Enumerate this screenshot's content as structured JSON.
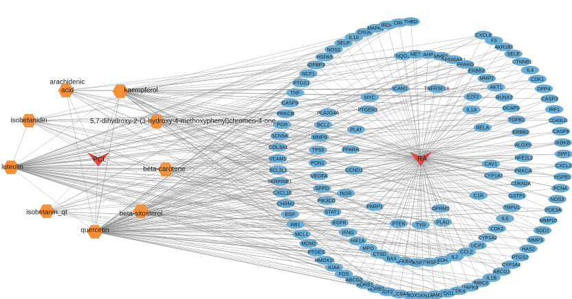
{
  "compounds": [
    {
      "id": "arachidenic acid",
      "lines": [
        "arachidenic",
        "acid"
      ]
    },
    {
      "id": "kaempferol",
      "lines": [
        "kaempferol"
      ]
    },
    {
      "id": "isobetanidin",
      "lines": [
        "isobetanidin"
      ]
    },
    {
      "id": "5,7-dihydroxy-2-(3-hydroxy-4-methoxyphenyl)chromen-4-one",
      "lines": [
        "5,7-dihydroxy-2-(3-hydroxy-4-methoxyphenyl)chromen-4-one"
      ]
    },
    {
      "id": "luteolin",
      "lines": [
        "luteolin"
      ]
    },
    {
      "id": "beta-carotene",
      "lines": [
        "beta-carotene"
      ]
    },
    {
      "id": "isobetanin_qt",
      "lines": [
        "isobetanin_qt"
      ]
    },
    {
      "id": "beta-sitosterol",
      "lines": [
        "beta-sitosterol"
      ]
    },
    {
      "id": "quercetin",
      "lines": [
        "quercetin"
      ]
    }
  ],
  "hubs": [
    {
      "id": "PCL",
      "label": "PCL"
    },
    {
      "id": "RA",
      "label": "RA"
    }
  ],
  "targets_outer": [
    "CXCL8",
    "F3",
    "AKR1B1",
    "SELE",
    "CTNNB1",
    "IL4",
    "CDK1",
    "DPP4",
    "CASP3",
    "IRF1",
    "CD40LG",
    "CASP8",
    "IKBKB",
    "SPP1",
    "CXCL2",
    "HSPB1",
    "PCNA",
    "NOS3",
    "PDE3A",
    "MMP10",
    "SOD1",
    "MMP3",
    "HAS2",
    "PTGS2",
    "CYP3A4",
    "ABCG1",
    "IL1B",
    "BIRC5",
    "MAPK8",
    "CDK4",
    "NQO1",
    "ICAM1",
    "CDKN1A",
    "HMOX1",
    "SLC6A4",
    "IGF2",
    "ADRB2",
    "ADRB1",
    "ABCG2",
    "FOS",
    "KIAA",
    "HMOX1L",
    "PTGES",
    "MDM2",
    "MCL1",
    "RB1",
    "EGF",
    "CHRM2",
    "CXCL10",
    "SERPINE1",
    "BCL2L1",
    "VCAM1",
    "COL3A1",
    "SCN5A",
    "PGR",
    "PRKCB",
    "CASP9",
    "TNF",
    "PTGS1",
    "NCF1",
    "IGFBP3",
    "HSPA5",
    "NOS2",
    "SELP",
    "IL10",
    "CHUK",
    "MAPK1",
    "IRDP",
    "CRP",
    "THBD"
  ],
  "targets_inner": [
    "NQO1",
    "MET",
    "AHR",
    "MMP1",
    "SP500AB1",
    "PPARG",
    "ERBB3",
    "MMP2",
    "AKT1",
    "RUNX2",
    "DCAF5",
    "TGFB1",
    "ERBB2",
    "ALOX5",
    "NFE2L2",
    "PRKCA",
    "CDKN2A",
    "GSTP1",
    "TRPV1",
    "IL6",
    "CDK2",
    "CYP1A2",
    "UCP2",
    "CCL2",
    "IL2",
    "XDH",
    "NFRSF1",
    "CASP7",
    "NFKBIA",
    "BAX",
    "CTSD",
    "MPO",
    "HIF1A",
    "IFNG",
    "EGFR",
    "STAT1",
    "PIK3CG",
    "GFPD",
    "VEGFA",
    "PON1",
    "TP53",
    "MMP9",
    "BCL2",
    "PLA2G4A"
  ],
  "targets_center": [
    "ICAM1",
    "TNFRSF18",
    "EZF2",
    "MYC",
    "PTGER3",
    "IL1A",
    "PLAT",
    "RELA",
    "PPARA",
    "CCND1",
    "CAV1",
    "CYP1A1",
    "INSR",
    "C1R",
    "PARP1",
    "OPRM1",
    "PTEN",
    "TYR",
    "PLAU"
  ]
}
